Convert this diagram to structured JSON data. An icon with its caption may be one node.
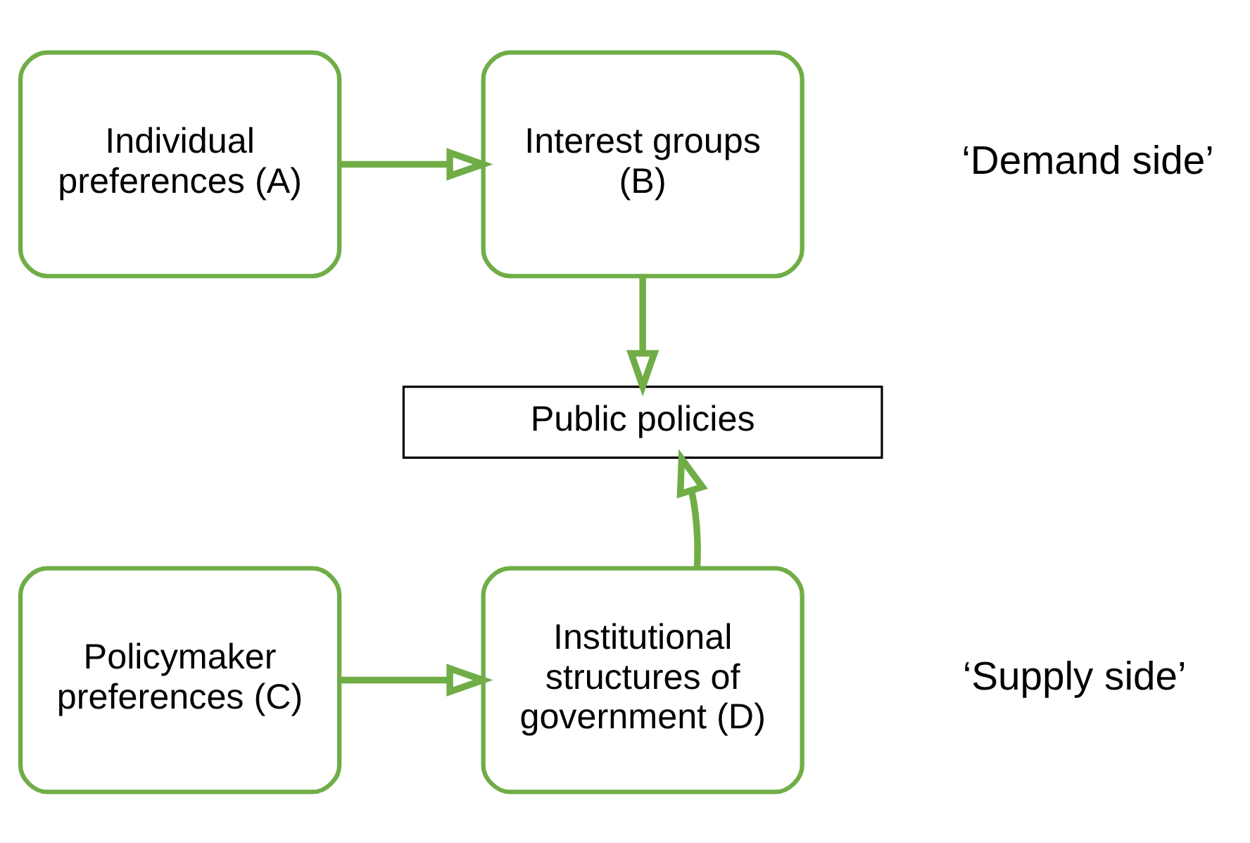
{
  "diagram": {
    "nodes": [
      {
        "text": [
          "Individual preferences (A)"
        ]
      },
      {
        "text": [
          "Interest groups (B)"
        ]
      },
      {
        "text": [
          "Public policies"
        ]
      },
      {
        "text": [
          "Policymaker preferences (C)"
        ]
      },
      {
        "text": [
          "Institutional structures of government (D)"
        ]
      }
    ],
    "edges": [
      {
        "from": 0,
        "to": 1,
        "arrow": "to"
      },
      {
        "from": 1,
        "to": 2,
        "arrow": "to"
      },
      {
        "from": 3,
        "to": 4,
        "arrow": "to"
      },
      {
        "from": 4,
        "to": 2,
        "arrow": "to"
      }
    ],
    "labels": [
      "‘Demand side’",
      "‘Supply side’"
    ]
  }
}
